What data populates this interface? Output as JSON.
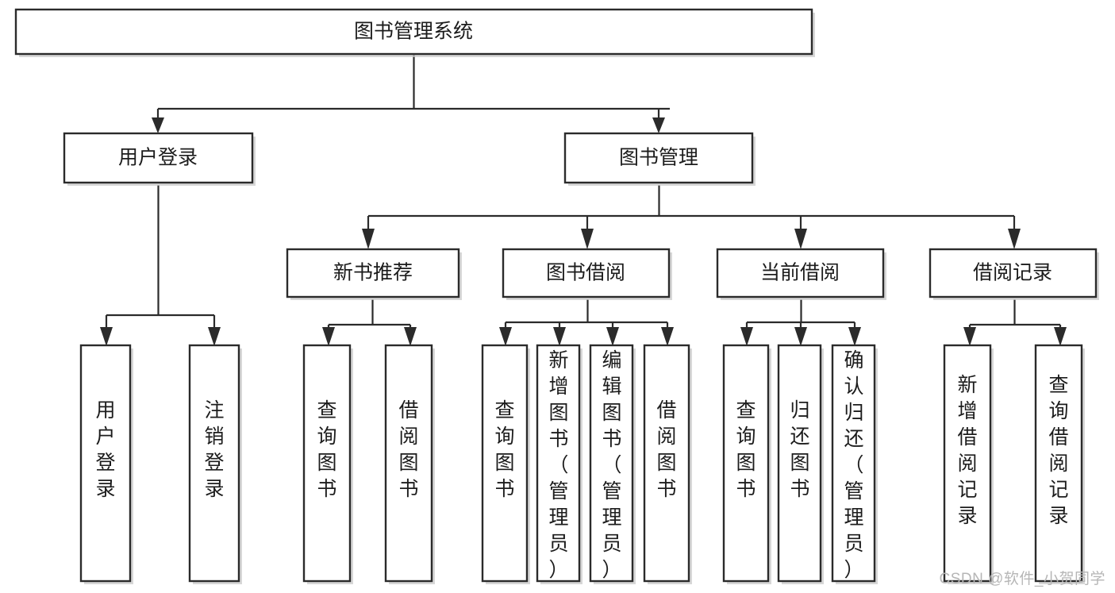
{
  "diagram": {
    "type": "tree",
    "title": "图书管理系统",
    "root": {
      "id": "root",
      "label": "图书管理系统"
    },
    "level2": [
      {
        "id": "user-login",
        "label": "用户登录"
      },
      {
        "id": "book-management",
        "label": "图书管理"
      }
    ],
    "level3": [
      {
        "id": "new-book-recommend",
        "label": "新书推荐"
      },
      {
        "id": "book-borrow",
        "label": "图书借阅"
      },
      {
        "id": "current-borrow",
        "label": "当前借阅"
      },
      {
        "id": "borrow-record",
        "label": "借阅记录"
      }
    ],
    "leaves": {
      "user_login": [
        {
          "id": "leaf-user-login",
          "label": "用户登录"
        },
        {
          "id": "leaf-logout-login",
          "label": "注销登录"
        }
      ],
      "new_book_recommend": [
        {
          "id": "leaf-query-book-1",
          "label": "查询图书"
        },
        {
          "id": "leaf-borrow-book-1",
          "label": "借阅图书"
        }
      ],
      "book_borrow": [
        {
          "id": "leaf-query-book-2",
          "label": "查询图书"
        },
        {
          "id": "leaf-add-book",
          "label": "新增图书（管理员）"
        },
        {
          "id": "leaf-edit-book",
          "label": "编辑图书（管理员）"
        },
        {
          "id": "leaf-borrow-book-2",
          "label": "借阅图书"
        }
      ],
      "current_borrow": [
        {
          "id": "leaf-query-book-3",
          "label": "查询图书"
        },
        {
          "id": "leaf-return-book",
          "label": "归还图书"
        },
        {
          "id": "leaf-confirm-return",
          "label": "确认归还（管理员）"
        }
      ],
      "borrow_record": [
        {
          "id": "leaf-add-record",
          "label": "新增借阅记录"
        },
        {
          "id": "leaf-query-record",
          "label": "查询借阅记录"
        }
      ]
    },
    "colors": {
      "box_stroke": "#2b2b2b",
      "box_fill": "#ffffff",
      "text": "#1c1c1c",
      "edge": "#2b2b2b",
      "shadow": "#c9c9c9",
      "watermark": "#b6b6b6",
      "background": "#ffffff"
    }
  },
  "watermark": {
    "text": "CSDN @软件_小贺同学"
  }
}
